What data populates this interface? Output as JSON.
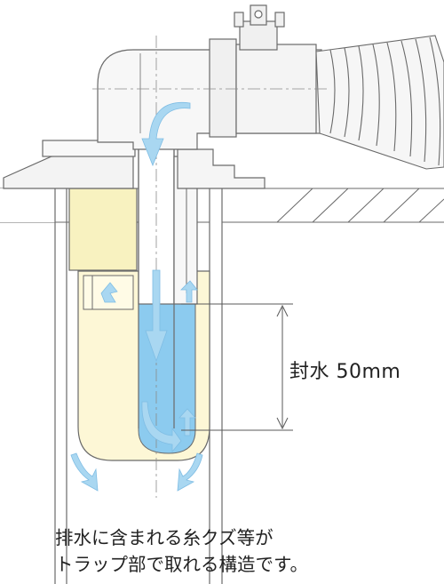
{
  "seal_label": "封水 50mm",
  "caption": {
    "line1": "排水に含まれる糸クズ等が",
    "line2": "トラップ部で取れる構造です。"
  },
  "colors": {
    "water": "#8ccbef",
    "filter": "#fdf7d6",
    "filter_top": "#f8f2c0",
    "line": "#6a6a6a",
    "arrow": "#a9d7f1"
  }
}
